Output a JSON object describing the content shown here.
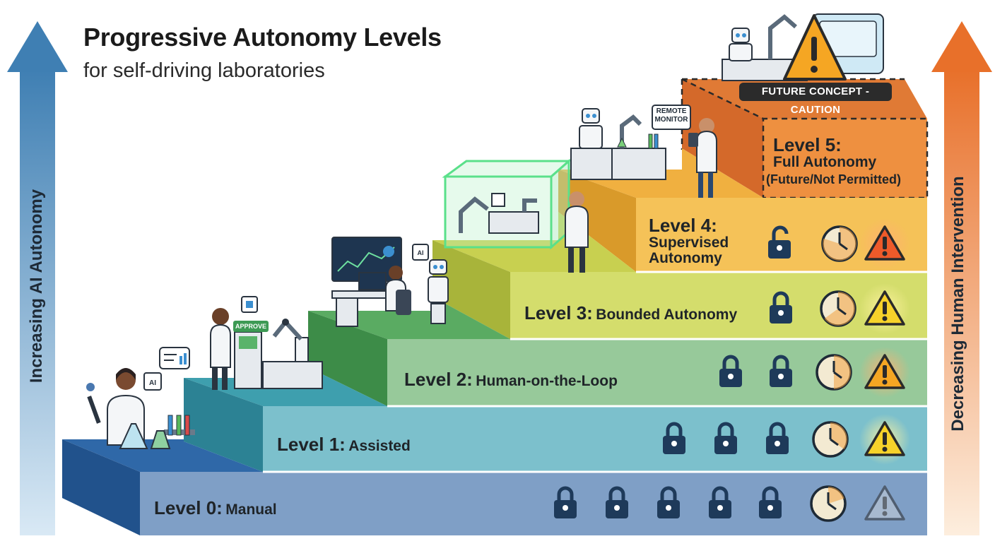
{
  "header": {
    "title": "Progressive Autonomy Levels",
    "subtitle": "for self-driving laboratories"
  },
  "axes": {
    "left_label": "Increasing AI Autonomy",
    "right_label": "Decreasing Human Intervention",
    "left_color": "#4a86b8",
    "right_color": "#e8762a"
  },
  "levels": [
    {
      "num": "Level 0:",
      "name": "Manual",
      "color": "#7f9fc6",
      "locks": 5,
      "warning": "faded"
    },
    {
      "num": "Level 1:",
      "name": "Assisted",
      "color": "#7cc0cc",
      "locks": 3,
      "warning": "yellow"
    },
    {
      "num": "Level 2:",
      "name": "Human-on-the-Loop",
      "color": "#97c99a",
      "locks": 2,
      "warning": "orange"
    },
    {
      "num": "Level 3:",
      "name": "Bounded Autonomy",
      "color": "#d4dd6c",
      "locks": 1,
      "warning": "yellow"
    },
    {
      "num": "Level 4:",
      "name_line1": "Supervised",
      "name_line2": "Autonomy",
      "color": "#f5c258",
      "locks": 0,
      "unlocked": true,
      "warning": "red"
    },
    {
      "num": "Level 5:",
      "name_line1": "Full Autonomy",
      "name_line2": "(Future/Not Permitted)",
      "color": "#ee9040",
      "status": "FUTURE CONCEPT - CAUTION"
    }
  ],
  "labels": {
    "approve": "APPROVE",
    "remote_monitor_line1": "REMOTE",
    "remote_monitor_line2": "MONITOR",
    "ai_chip": "AI"
  },
  "icons": [
    "lock-icon",
    "unlock-icon",
    "clock-icon",
    "warning-icon",
    "scientist-icon",
    "robot-icon",
    "robotic-arm-icon",
    "monitor-icon",
    "chip-icon"
  ]
}
